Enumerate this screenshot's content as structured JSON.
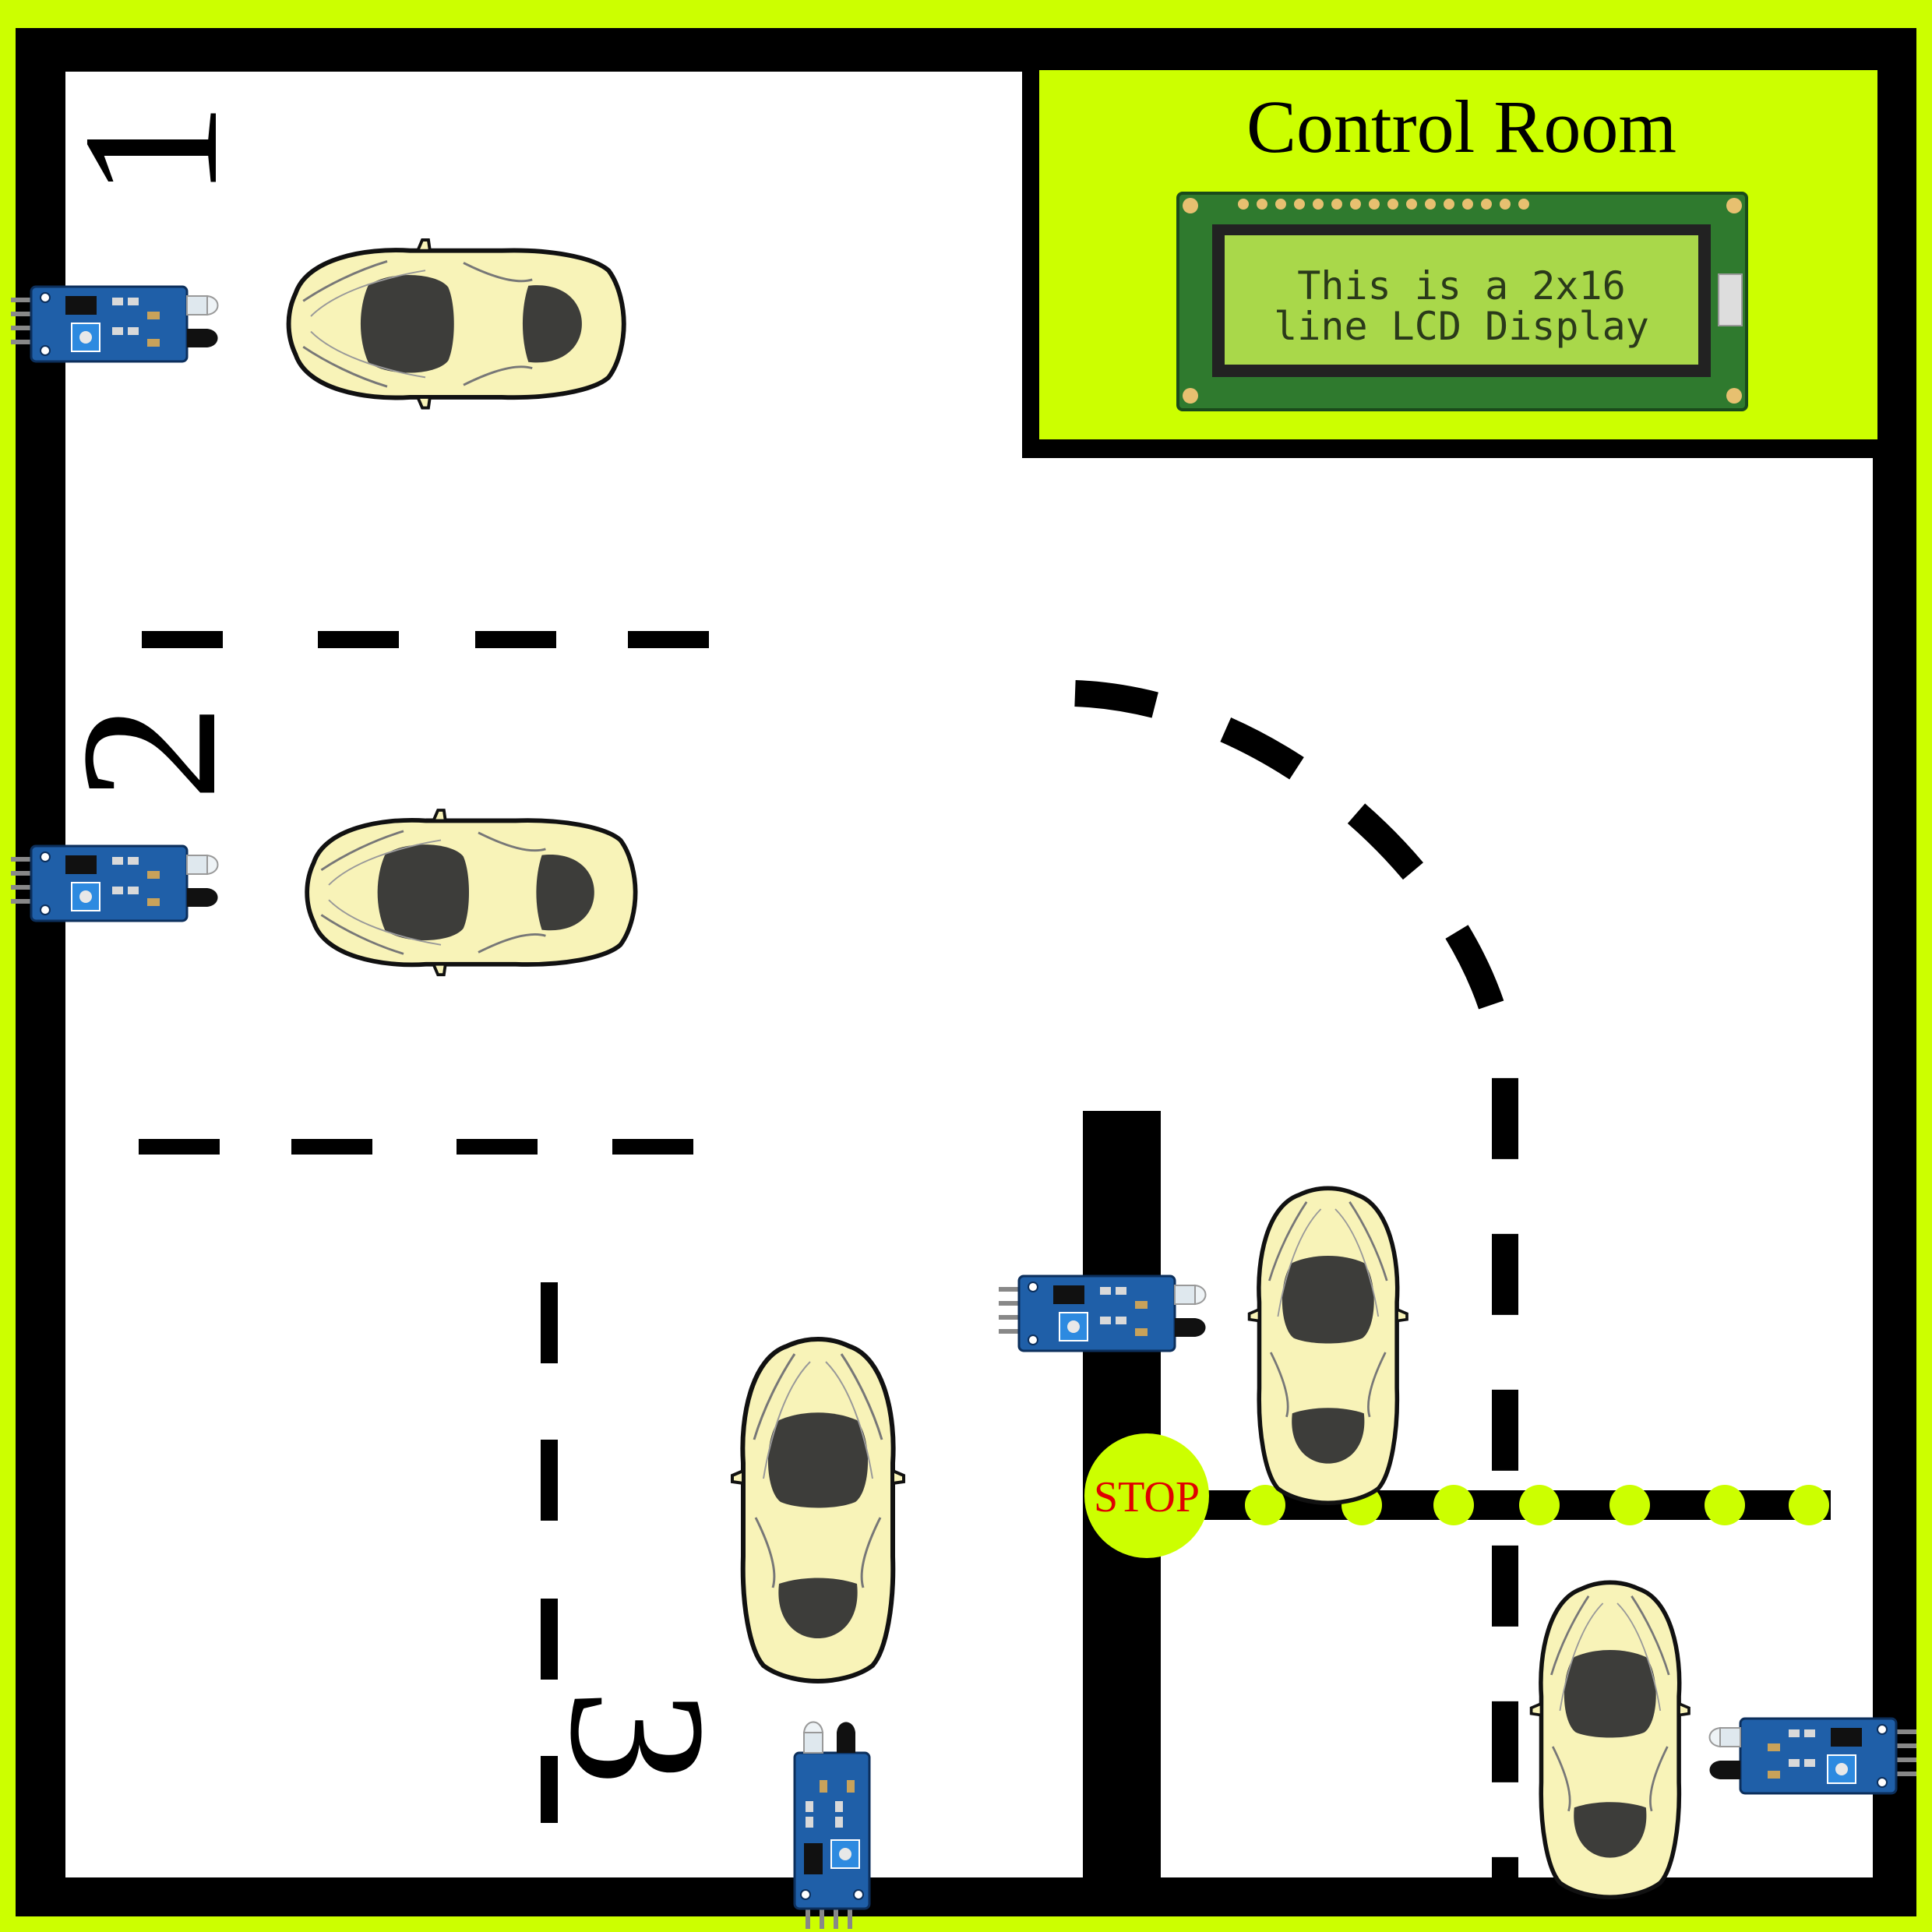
{
  "colors": {
    "frame": "#ccff00",
    "border": "#000000",
    "floor": "#ffffff",
    "car_body": "#f8f3b8",
    "car_window": "#3d3d3a",
    "lcd_screen": "#a9d84a",
    "pcb_green": "#2f7a2e",
    "sensor_board": "#1f5fa8",
    "stop_fill": "#ccff00",
    "stop_text": "#e00000"
  },
  "control_room": {
    "title": "Control Room",
    "lcd_line1": "This is a 2x16",
    "lcd_line2": "line LCD Display"
  },
  "slots": {
    "slot1": "1",
    "slot2": "2",
    "slot3": "3"
  },
  "stop_sign": "STOP",
  "sensors": [
    {
      "id": "ir-sensor-slot1"
    },
    {
      "id": "ir-sensor-slot2"
    },
    {
      "id": "ir-sensor-lane"
    },
    {
      "id": "ir-sensor-slot3"
    },
    {
      "id": "ir-sensor-exit"
    }
  ],
  "cars": [
    {
      "id": "car-slot1"
    },
    {
      "id": "car-slot2"
    },
    {
      "id": "car-slot3"
    },
    {
      "id": "car-lane-entering"
    },
    {
      "id": "car-lane-exit"
    }
  ]
}
